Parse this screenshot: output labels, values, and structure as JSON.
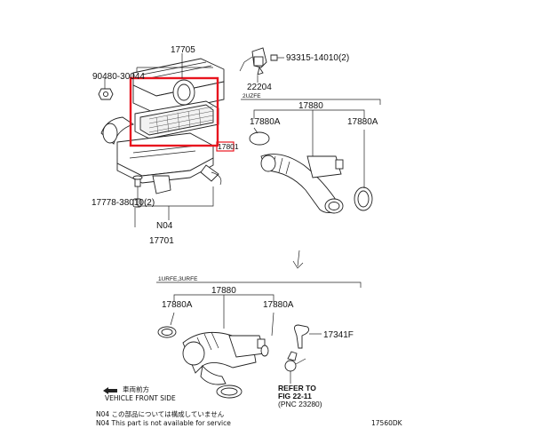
{
  "callouts": {
    "air_cleaner_cap": "17705",
    "bolt_top_left": "90480-30044",
    "screw_top_right": "93315-14010(2)",
    "sensor": "22204",
    "element_label": "17801",
    "hose_group_upper": "17880",
    "clamp_upper_left": "17880A",
    "clamp_upper_right": "17880A",
    "bolt_lower_left": "17778-38010(2)",
    "note_n04": "N04",
    "case_assembly": "17701",
    "hose_group_lower": "17880",
    "clamp_lower_left": "17880A",
    "clamp_lower_right": "17880A",
    "hose_small": "17341F"
  },
  "engine_upper": "2UZFE",
  "engine_lower": "1URFE,3URFE",
  "refer": {
    "line1": "REFER TO",
    "line2": "FIG 22-11",
    "line3": "(PNC 23280)"
  },
  "front_jp": "車両前方",
  "front_en": "VEHICLE FRONT SIDE",
  "footnote_jp": "N04 この部品については構成していません",
  "footnote_en": "N04 This part is not available for service",
  "figure_id": "17560DK",
  "highlight_color": "#e8141e"
}
